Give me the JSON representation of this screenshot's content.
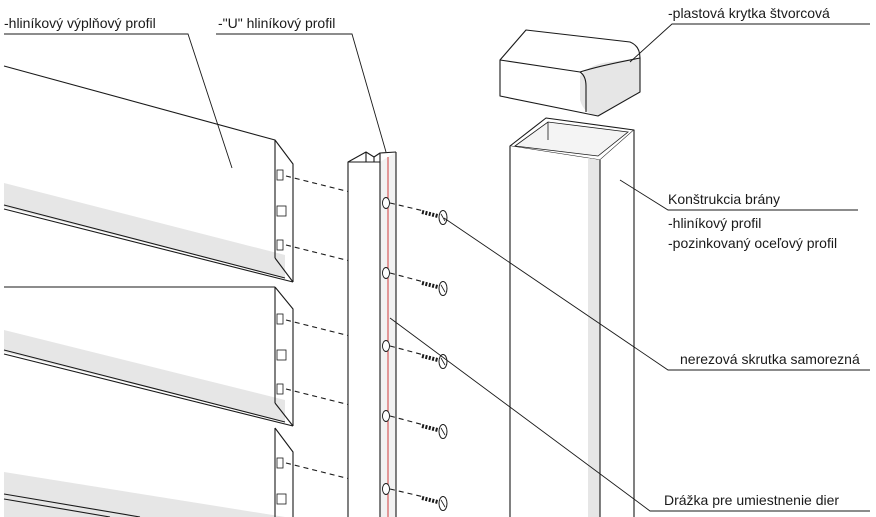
{
  "labels": {
    "fill_profile": "-hliníkový výplňový profil",
    "u_profile": "-\"U\" hliníkový profil",
    "cap": "-plastová krytka štvorcová",
    "gate_construction": "Konštrukcia brány",
    "aluminium_profile": "-hliníkový profil",
    "galvanized_profile": "-pozinkovaný oceľový profil",
    "screw": "nerezová skrutka samorezná",
    "groove": "Drážka pre umiestnenie dier"
  },
  "colors": {
    "line": "#1a1a1a",
    "shade": "#e6e6e6",
    "groove": "#d23c3c"
  }
}
